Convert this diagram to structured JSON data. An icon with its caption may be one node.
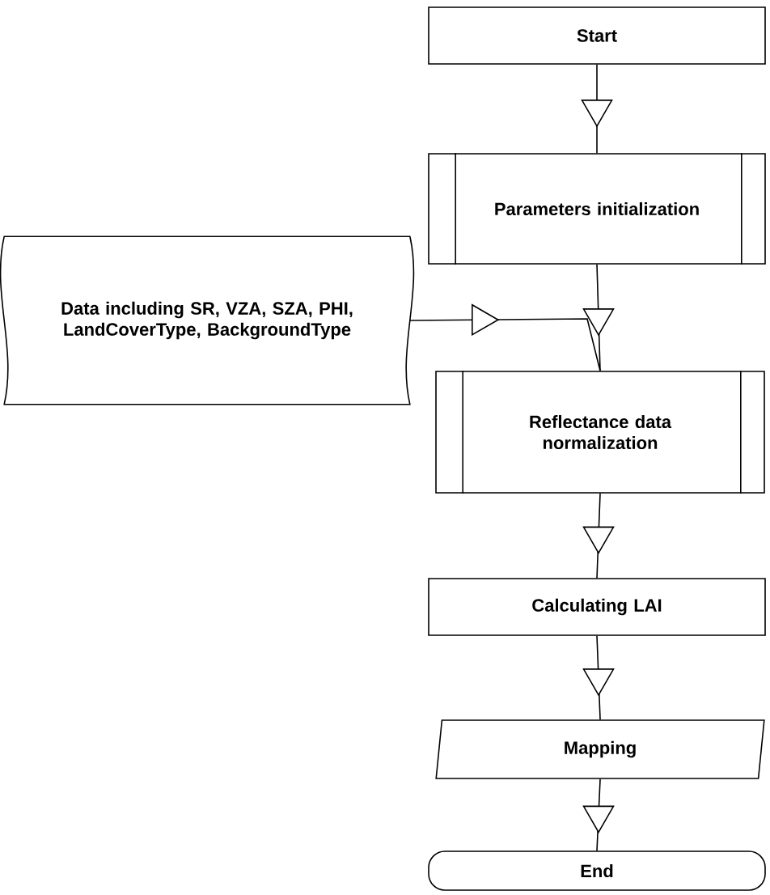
{
  "diagram": {
    "nodes": [
      {
        "text": [
          "Start"
        ]
      },
      {
        "text": [
          "Parameters initialization"
        ]
      },
      {
        "text": [
          "Data including SR, VZA, SZA, PHI, LandCoverType, BackgroundType"
        ]
      },
      {
        "text": [
          "Reflectance data normalization"
        ]
      },
      {
        "text": [
          "Calculating LAI"
        ]
      },
      {
        "text": [
          "Mapping"
        ]
      },
      {
        "text": [
          "End"
        ]
      }
    ],
    "edges": [
      {
        "from": 0,
        "to": 1,
        "arrow": "to"
      },
      {
        "from": 1,
        "to": 3,
        "arrow": "to"
      },
      {
        "from": 2,
        "to": 3,
        "arrow": "to"
      },
      {
        "from": 3,
        "to": 4,
        "arrow": "to"
      },
      {
        "from": 4,
        "to": 5,
        "arrow": "to"
      },
      {
        "from": 5,
        "to": 6,
        "arrow": "to"
      }
    ]
  }
}
